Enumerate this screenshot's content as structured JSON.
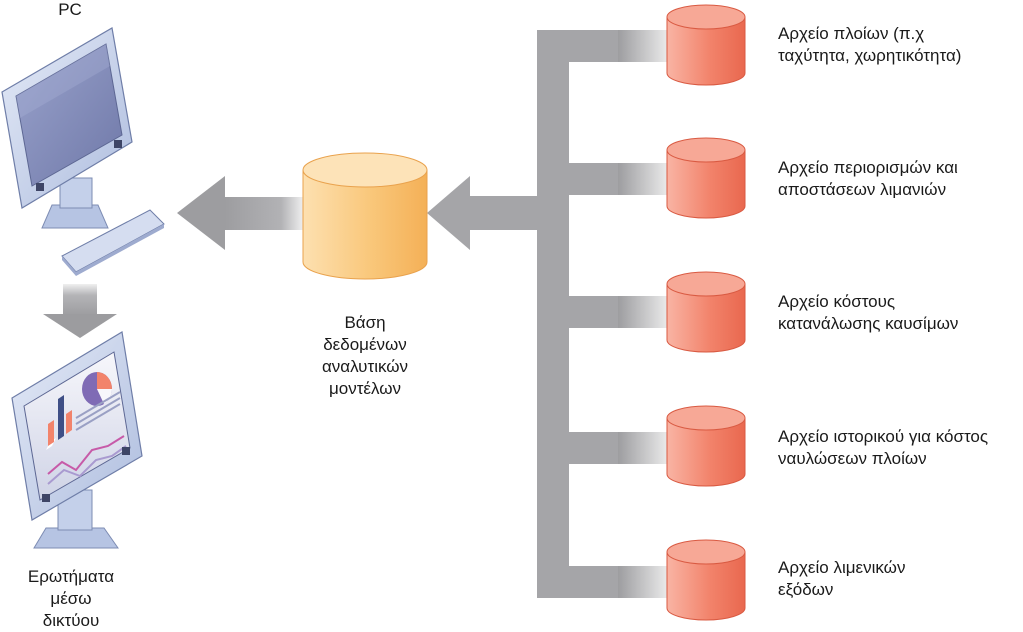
{
  "pc": {
    "label": "PC"
  },
  "monitor_output": {
    "label": "Ερωτήματα\nμέσω\nδικτύου"
  },
  "central_db": {
    "label": "Βάση\nδεδομένων\nαναλυτικών\nμοντέλων"
  },
  "sources": [
    {
      "label": "Αρχείο πλοίων (π.χ\nταχύτητα, χωρητικότητα)"
    },
    {
      "label": "Αρχείο περιορισμών και\nαποστάσεων λιμανιών"
    },
    {
      "label": "Αρχείο κόστους\nκατανάλωσης καυσίμων"
    },
    {
      "label": "Αρχείο ιστορικού για κόστος\nναυλώσεων πλοίων"
    },
    {
      "label": "Αρχείο λιμενικών\nεξόδων"
    }
  ],
  "colors": {
    "central_db": "#f9c77a",
    "source_db": "#f2836b",
    "arrow": "#a6a6a9",
    "monitor_frame": "#c7d3ec",
    "screen": "#7e88b6"
  },
  "icons": [
    "desktop-computer-icon",
    "analytics-monitor-icon",
    "database-cylinder-icon"
  ]
}
